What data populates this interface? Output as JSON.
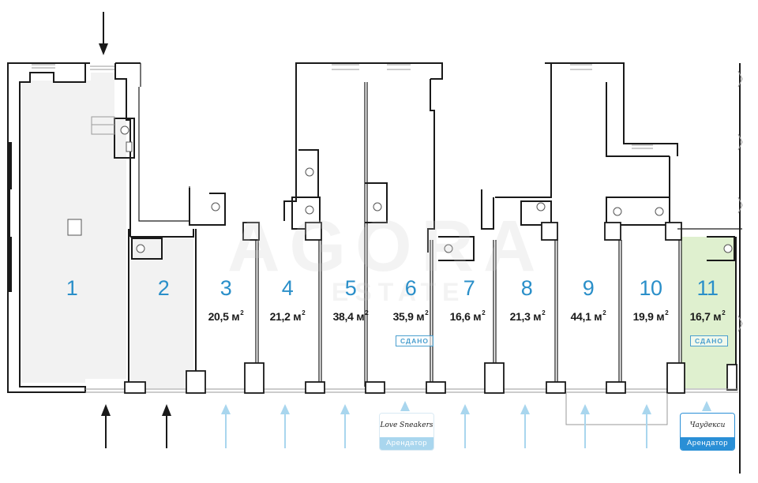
{
  "watermark": {
    "brand": "AGORA",
    "sub": "ESTATE"
  },
  "colors": {
    "unit_number": "#2a8fc9",
    "shaded_unit": "#f2f2f2",
    "rented_unit": "#dff0cf",
    "entrance_main": "#1a1a1a",
    "entrance_unit": "#a9d6ee",
    "badge": "#4a9fcf",
    "tenant_light": "#a9d6ee",
    "tenant_dark": "#2a8fd6"
  },
  "units": [
    {
      "number": "1",
      "area": "",
      "status": "",
      "shaded": true
    },
    {
      "number": "2",
      "area": "",
      "status": "",
      "shaded": true
    },
    {
      "number": "3",
      "area": "20,5 м",
      "status": ""
    },
    {
      "number": "4",
      "area": "21,2 м",
      "status": ""
    },
    {
      "number": "5",
      "area": "38,4 м",
      "status": ""
    },
    {
      "number": "6",
      "area": "35,9 м",
      "status": "СДАНО"
    },
    {
      "number": "7",
      "area": "16,6 м",
      "status": ""
    },
    {
      "number": "8",
      "area": "21,3 м",
      "status": ""
    },
    {
      "number": "9",
      "area": "44,1 м",
      "status": ""
    },
    {
      "number": "10",
      "area": "19,9 м",
      "status": ""
    },
    {
      "number": "11",
      "area": "16,7 м",
      "status": "СДАНО",
      "rented": true
    }
  ],
  "area_unit_sup": "2",
  "tenants": [
    {
      "name": "Love Sneakers",
      "label": "Арендатор",
      "unit": "6"
    },
    {
      "name": "Чаудекси",
      "label": "Арендатор",
      "unit": "11"
    }
  ],
  "entrances": {
    "main": [
      "top-unit-1",
      "bottom-unit-1",
      "bottom-unit-2"
    ],
    "unit": [
      "3",
      "4",
      "5",
      "6",
      "7",
      "8",
      "9",
      "10",
      "11"
    ]
  }
}
